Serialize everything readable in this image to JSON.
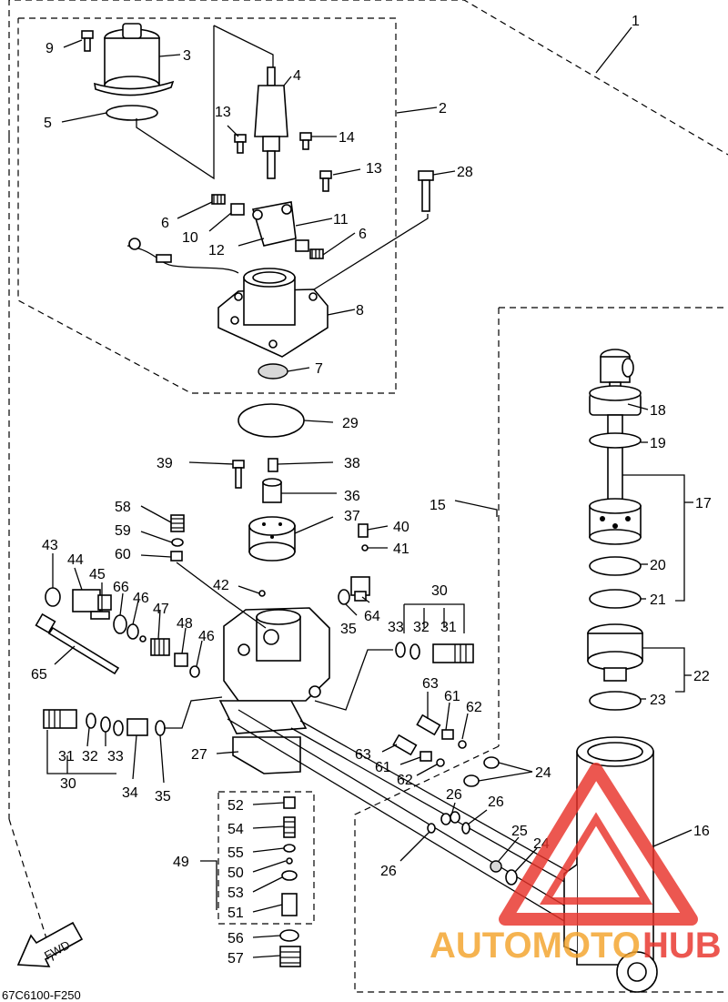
{
  "diagram": {
    "drawing_code": "67C6100-F250",
    "fwd_label": "FWD",
    "watermark": {
      "word1": "AUTOMOTO",
      "word2": "HUB",
      "color1": "#f4a32a",
      "color2": "#e8332a"
    },
    "callouts": {
      "c1": "1",
      "c2": "2",
      "c3": "3",
      "c4": "4",
      "c5": "5",
      "c6a": "6",
      "c6b": "6",
      "c7": "7",
      "c8": "8",
      "c9": "9",
      "c10": "10",
      "c11": "11",
      "c12": "12",
      "c13a": "13",
      "c13b": "13",
      "c14": "14",
      "c15": "15",
      "c16": "16",
      "c17": "17",
      "c18": "18",
      "c19": "19",
      "c20": "20",
      "c21": "21",
      "c22": "22",
      "c23": "23",
      "c24a": "24",
      "c24b": "24",
      "c25": "25",
      "c26a": "26",
      "c26b": "26",
      "c26c": "26",
      "c27": "27",
      "c28": "28",
      "c29": "29",
      "c30a": "30",
      "c30b": "30",
      "c31a": "31",
      "c31b": "31",
      "c32a": "32",
      "c32b": "32",
      "c33a": "33",
      "c33b": "33",
      "c34": "34",
      "c35a": "35",
      "c35b": "35",
      "c36": "36",
      "c37": "37",
      "c38": "38",
      "c39": "39",
      "c40": "40",
      "c41": "41",
      "c42": "42",
      "c43": "43",
      "c44": "44",
      "c45": "45",
      "c46a": "46",
      "c46b": "46",
      "c47": "47",
      "c48": "48",
      "c49": "49",
      "c50": "50",
      "c51": "51",
      "c52": "52",
      "c53": "53",
      "c54": "54",
      "c55": "55",
      "c56": "56",
      "c57": "57",
      "c58": "58",
      "c59": "59",
      "c60": "60",
      "c61a": "61",
      "c61b": "61",
      "c62a": "62",
      "c62b": "62",
      "c63a": "63",
      "c63b": "63",
      "c64": "64",
      "c65": "65",
      "c66": "66"
    }
  }
}
